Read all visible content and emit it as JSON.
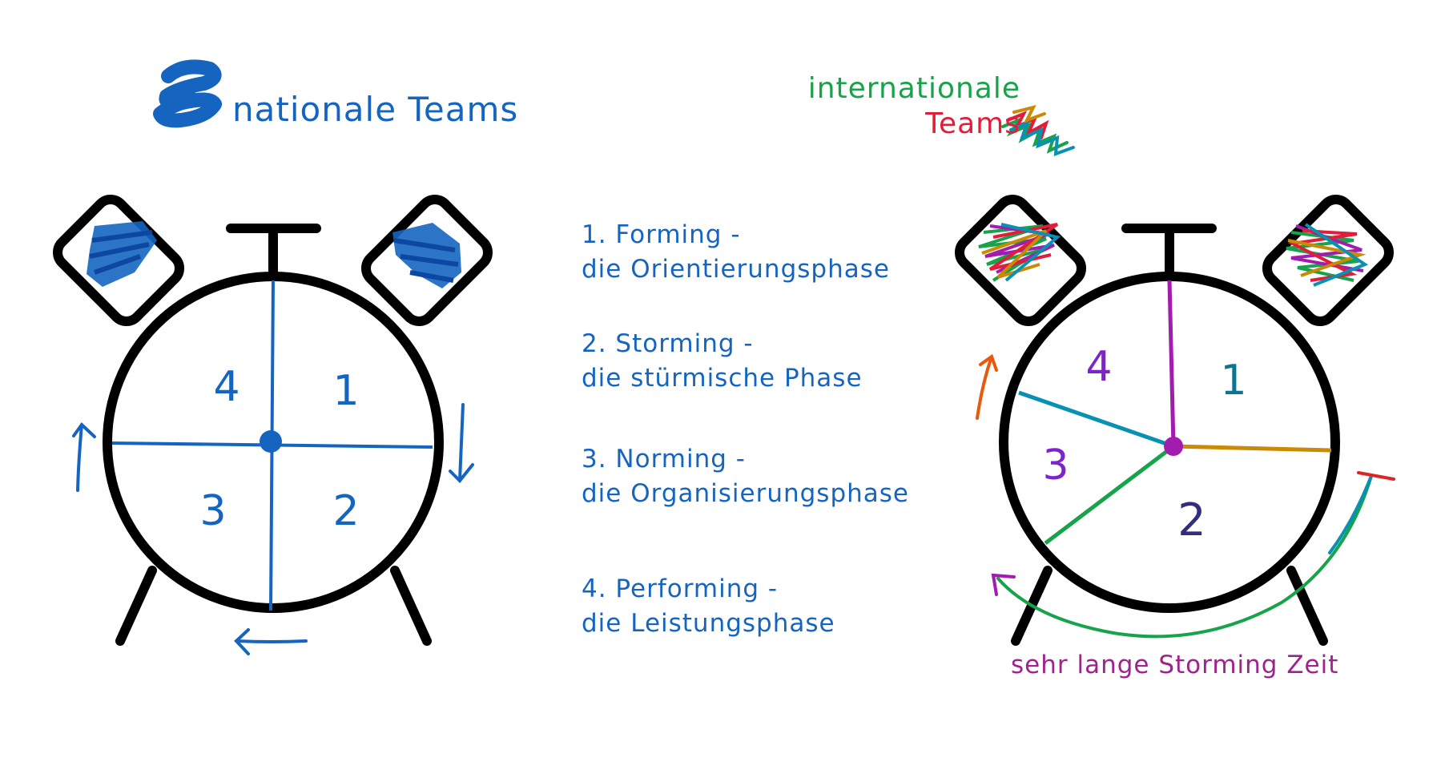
{
  "left_title": "nationale Teams",
  "right_title": {
    "line1": "internationale",
    "line2": "Teams"
  },
  "phases": [
    {
      "heading": "1. Forming -",
      "subtitle": "die Orientierungsphase"
    },
    {
      "heading": "2. Storming -",
      "subtitle": "die stürmische Phase"
    },
    {
      "heading": "3. Norming -",
      "subtitle": "die Organisierungsphase"
    },
    {
      "heading": "4. Performing -",
      "subtitle": "die Leistungsphase"
    }
  ],
  "left_clock": {
    "quadrant_labels": [
      "4",
      "1",
      "3",
      "2"
    ]
  },
  "right_clock": {
    "sector_labels": [
      "4",
      "1",
      "3",
      "2"
    ]
  },
  "right_note": "sehr lange Storming Zeit",
  "colors": {
    "national_blue": "#1565c0",
    "intl_green": "#16a34a",
    "intl_red": "#e11d3a",
    "note_purple": "#a0218f",
    "outline": "#000000"
  }
}
